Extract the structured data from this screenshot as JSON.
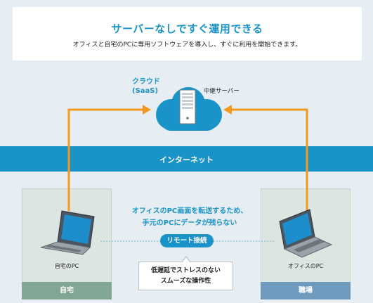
{
  "header": {
    "title": "サーバーなしですぐ運用できる",
    "subtitle": "オフィスと自宅のPCに専用ソフトウェアを導入し、すぐに利用を開始できます。"
  },
  "cloud": {
    "label_line1": "クラウド",
    "label_line2": "(SaaS)",
    "server_label": "中継サーバー"
  },
  "internet": {
    "label": "インターネット"
  },
  "home": {
    "pc_label": "自宅のPC",
    "location_label": "自宅"
  },
  "office": {
    "pc_label": "オフィスのPC",
    "location_label": "職場"
  },
  "center": {
    "transfer_line1": "オフィスのPC画面を転送するため、",
    "transfer_line2": "手元のPCにデータが残らない",
    "remote_label": "リモート接続",
    "callout_line1": "低遅延でストレスのない",
    "callout_line2": "スムーズな操作性"
  },
  "colors": {
    "accent": "#1a93c9",
    "arrow": "#f39a1e",
    "home_footer": "#82a694",
    "office_footer": "#6e9bbd",
    "background": "#e6eef3"
  },
  "icons": [
    "cloud-icon",
    "server-icon",
    "laptop-icon"
  ]
}
